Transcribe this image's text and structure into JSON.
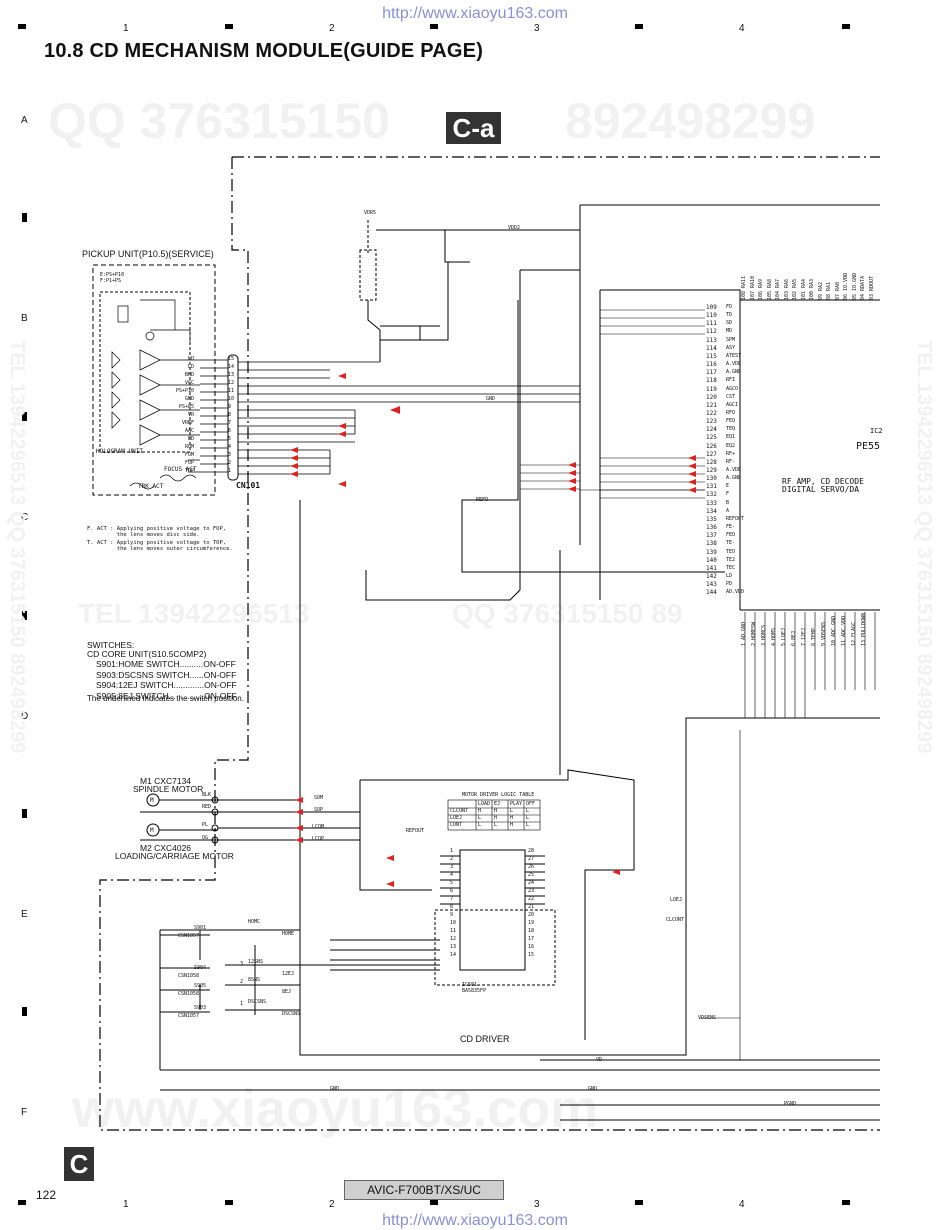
{
  "header": {
    "url_top": "http://www.xiaoyu163.com",
    "title": "10.8  CD MECHANISM MODULE(GUIDE PAGE)",
    "section_tag": "C-a",
    "column_numbers": [
      "1",
      "2",
      "3",
      "4"
    ],
    "row_letters": [
      "A",
      "B",
      "C",
      "D",
      "E",
      "F"
    ]
  },
  "watermarks": {
    "qq1": "QQ 376315150",
    "qq2": "892498299",
    "tel1": "TEL  13942296513",
    "qq3": "QQ  376315150  89",
    "site": "www.xiaoyu163.com",
    "side_right": "TEL 13942296513  QQ 376315150  892498299",
    "side_left": "TEL 13942296513  QQ 376315150  892498299"
  },
  "pickup": {
    "title": "PICKUP UNIT(P10.5)(SERVICE)",
    "ep_note": "E:PS+P10\nF:P1+PS",
    "hologram": "HOLOGRAM UNIT",
    "focus_act": "FOCUS ACT",
    "trk_act": "TRK ACT",
    "connector": "CN101",
    "signals": [
      "LD",
      "LD",
      "BHD",
      "VCC",
      "PS+P10",
      "GND",
      "PS+P5",
      "VR",
      "VREF",
      "AAC",
      "PD",
      "ROM",
      "FOM",
      "FOP",
      "TOP"
    ]
  },
  "actuator_notes": {
    "f_act": "F. ACT : Applying positive voltage to FOP,\n         the lens moves disc side.",
    "t_act": "T. ACT : Applying positive voltage to TOP,\n         the lens moves outer circumference."
  },
  "switches": {
    "heading": "SWITCHES:",
    "unit": "CD CORE UNIT(S10.5COMP2)",
    "items": [
      {
        "label": "S901:HOME SWITCH..........",
        "state": "ON-OFF"
      },
      {
        "label": "S903:DSCSNS SWITCH......",
        "state": "ON-OFF"
      },
      {
        "label": "S904:12EJ SWITCH.............",
        "state": "ON-OFF"
      },
      {
        "label": "S905:8EJ SWITCH...............",
        "state": "ON-OFF"
      }
    ],
    "footnote": "The underlined indicates the switch position."
  },
  "motors": {
    "m1_name": "M1   CXC7134",
    "m1_desc": "SPINDLE MOTOR",
    "m2_name": "M2   CXC4026",
    "m2_desc": "LOADING/CARRIAGE MOTOR",
    "m1_pins": [
      "BLK",
      "RED"
    ],
    "m2_pins": [
      "PL",
      "OG"
    ],
    "m_nets": [
      "SOM",
      "SOP",
      "LCOM",
      "LCOP"
    ]
  },
  "logic_table": {
    "title": "MOTOR DRIVER LOGIC TABLE",
    "headers": [
      "",
      "LOAD",
      "EJ",
      "PLAY",
      "OFF"
    ],
    "rows": [
      [
        "CLCONT",
        "H",
        "H",
        "L",
        "L"
      ],
      [
        "LOEJ",
        "L",
        "H",
        "H",
        "L"
      ],
      [
        "CONT",
        "L",
        "L",
        "H",
        "L"
      ]
    ]
  },
  "driver": {
    "label": "CD DRIVER",
    "ic_name": "IC501",
    "ic_part": "BA5835FP",
    "left_pins": [
      "1",
      "2",
      "3",
      "4",
      "5",
      "6",
      "7",
      "8",
      "9",
      "10",
      "11",
      "12",
      "13",
      "14"
    ],
    "right_pins": [
      "28",
      "27",
      "26",
      "25",
      "24",
      "23",
      "22",
      "21",
      "20",
      "19",
      "18",
      "17",
      "16",
      "15"
    ]
  },
  "rf_ic": {
    "name": "IC2",
    "part": "PE55",
    "desc1": "RF AMP, CD DECODE",
    "desc2": "DIGITAL SERVO/DA",
    "left_pins": [
      "109",
      "110",
      "111",
      "112",
      "113",
      "114",
      "115",
      "116",
      "117",
      "118",
      "119",
      "120",
      "121",
      "122",
      "123",
      "124",
      "125",
      "126",
      "127",
      "128",
      "129",
      "130",
      "131",
      "132",
      "133",
      "134",
      "135",
      "136",
      "137",
      "138",
      "139",
      "140",
      "141",
      "142",
      "143",
      "144"
    ],
    "left_nets": [
      "FD",
      "TD",
      "SD",
      "MD",
      "SPM",
      "ASY",
      "ATEST",
      "A.VDD",
      "A.GND",
      "RFI",
      "AGCO",
      "CST",
      "AGCI",
      "RFO",
      "FEQ",
      "TEQ",
      "EQ1",
      "EQ2",
      "RF+",
      "RF-",
      "A.VDD",
      "A.GND",
      "E",
      "F",
      "B",
      "A",
      "REFOUT",
      "FE-",
      "FEO",
      "TE-",
      "TEO",
      "TE2",
      "TEC",
      "LD",
      "PD",
      "AD.VDD"
    ],
    "top_pins": [
      "108",
      "107",
      "106",
      "105",
      "104",
      "103",
      "102",
      "101",
      "100",
      "99",
      "98",
      "97",
      "96",
      "95",
      "94",
      "93"
    ],
    "top_nets": [
      "RA11",
      "RA10",
      "RA9",
      "RA8",
      "RA7",
      "RA6",
      "RA5",
      "RA4",
      "RA3",
      "RA2",
      "RA1",
      "RA0",
      "IO.VDD",
      "IO.GND",
      "RDATA",
      "RDOUT"
    ],
    "bottom_pins": [
      "1",
      "2",
      "3",
      "4",
      "5",
      "6",
      "7",
      "8",
      "9",
      "10",
      "11",
      "12",
      "13"
    ],
    "bottom_nets": [
      "AD.GND",
      "HOMESW",
      "HOMCS",
      "HOMS",
      "LOEJ",
      "8EJ",
      "12EJ",
      "TEMP",
      "VDSENS",
      "ADC.GND",
      "ADC.VDD",
      "FLAGC",
      "PULLDOWN"
    ]
  },
  "switch_section": {
    "items": [
      {
        "name": "S901",
        "part": "CSN1057",
        "net": "HOME",
        "label": "HOMC"
      },
      {
        "name": "S904",
        "part": "CSN1058",
        "net": "12EJ",
        "label": "12SNS",
        "num": "3"
      },
      {
        "name": "S905",
        "part": "CSN1058",
        "net": "8EJ",
        "label": "8SNS",
        "num": "2"
      },
      {
        "name": "S903",
        "part": "CSN1057",
        "net": "DSCSNS",
        "label": "DSCSNS",
        "num": "1"
      }
    ]
  },
  "nets": {
    "vdd2": "VDD2",
    "vd": "VD",
    "gnd": "GND",
    "pgnd": "PGND",
    "refo": "REFO",
    "refout": "REFOUT",
    "vdsens": "VDSENS",
    "clcont": "CLCONT",
    "loej": "LOEJ",
    "vdr5": "VDR5"
  },
  "footer": {
    "page_number": "122",
    "page_tag": "C",
    "model": "AVIC-F700BT/XS/UC",
    "url_bottom": "http://www.xiaoyu163.com"
  }
}
